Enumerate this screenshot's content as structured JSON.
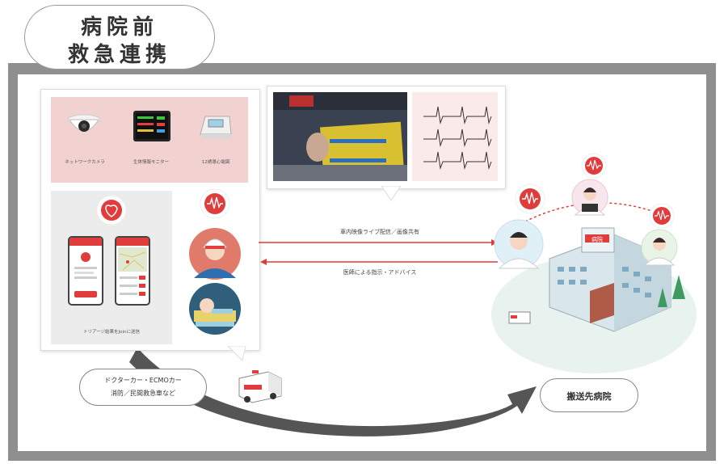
{
  "title": {
    "line1": "病院前",
    "line2": "救急連携"
  },
  "devices": [
    {
      "label": "ネットワークカメラ",
      "icon": "network-camera-icon"
    },
    {
      "label": "生体情報モニター",
      "icon": "vital-monitor-icon"
    },
    {
      "label": "12誘導心電図",
      "icon": "ecg-12-lead-icon"
    }
  ],
  "triage_label": "トリアージ結果をJoinに送信",
  "arrows": {
    "top_label": "車内映像ライブ配信／画像共有",
    "bottom_label": "医師による指示・アドバイス"
  },
  "ambulance_bubble": {
    "line1": "ドクターカー・ECMOカー",
    "line2": "消防／民間救急車など"
  },
  "transport_label": "搬送",
  "destination_label": "搬送先病院",
  "hospital_sign": "病院",
  "colors": {
    "accent": "#e03c3c",
    "arrow": "#e03c3c",
    "frame": "#8f8f8f",
    "big_arrow": "#555555"
  }
}
